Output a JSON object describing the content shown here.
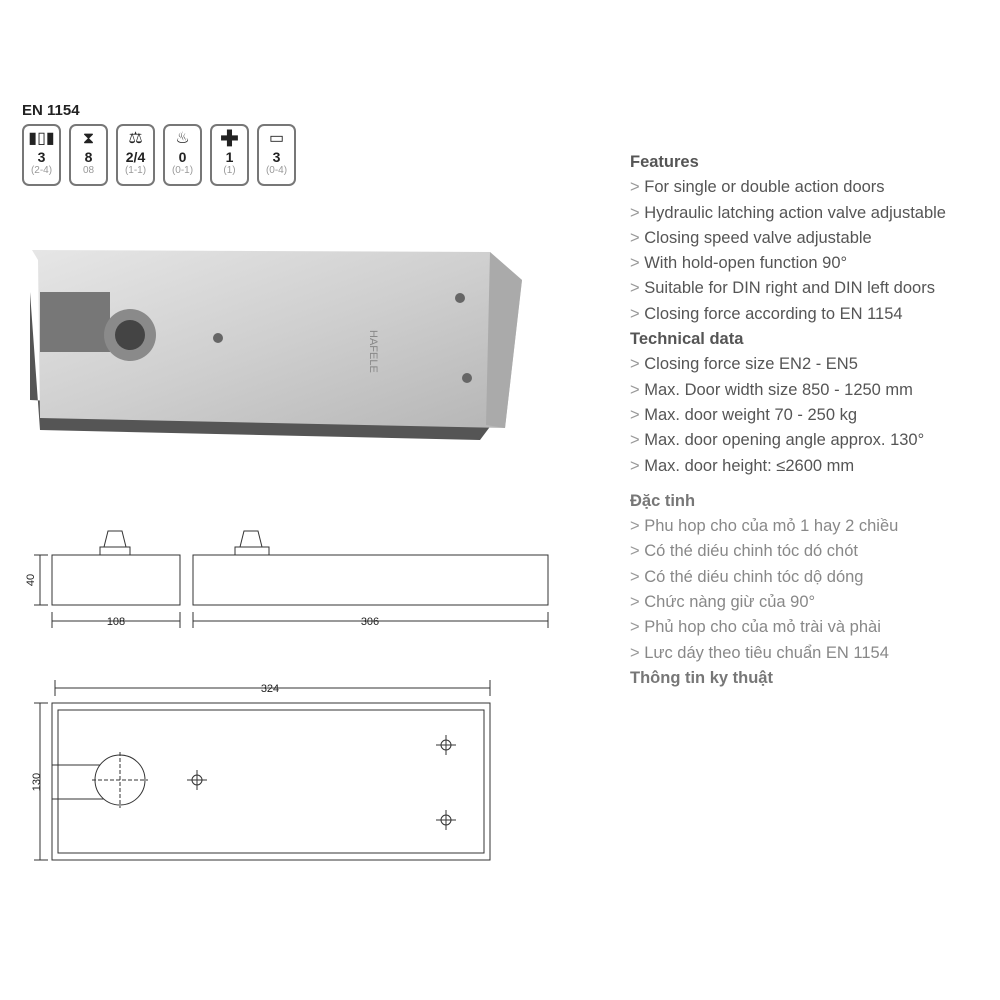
{
  "standard": "EN 1154",
  "badges": [
    {
      "icon": "building-icon",
      "value": "3",
      "sub": "(2-4)"
    },
    {
      "icon": "hourglass-icon",
      "value": "8",
      "sub": "08"
    },
    {
      "icon": "weight-icon",
      "value": "2/4",
      "sub": "(1-1)"
    },
    {
      "icon": "fire-icon",
      "value": "0",
      "sub": "(0-1)"
    },
    {
      "icon": "cross-icon",
      "value": "1",
      "sub": "(1)"
    },
    {
      "icon": "door-closer-icon",
      "value": "3",
      "sub": "(0-4)"
    }
  ],
  "features": {
    "title": "Features",
    "items": [
      "For single or double action doors",
      "Hydraulic latching action valve adjustable",
      "Closing speed valve adjustable",
      "With hold-open function 90°",
      "Suitable for DIN right and DIN left doors",
      "Closing force according to EN 1154"
    ]
  },
  "technical": {
    "title": "Technical data",
    "items": [
      "Closing force size EN2 - EN5",
      "Max. Door width size 850 - 1250 mm",
      "Max. door weight 70 - 250 kg",
      "Max. door opening angle approx. 130°",
      "Max. door height: ≤2600 mm"
    ]
  },
  "vn_features": {
    "title": "Đặc tinh",
    "items": [
      "Phu hop cho của mỏ 1 hay 2 chiều",
      "Có thé diéu chinh tóc dó chót",
      "Có thé diéu chinh tóc dộ dóng",
      "Chức nàng giừ của 90°",
      "Phủ hop cho của mỏ trài và phài",
      "Lưc dáy theo tiêu chuẩn EN 1154"
    ]
  },
  "vn_technical_title": "Thông tin ky thuật",
  "product_brand": "HAFELE",
  "dimensions": {
    "height": "40",
    "side_width": "108",
    "length": "306",
    "plan_length": "324",
    "plan_width": "130"
  }
}
